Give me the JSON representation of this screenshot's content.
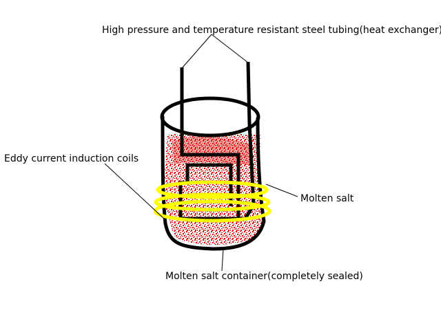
{
  "labels": {
    "tubing": "High pressure and temperature resistant steel tubing(heat exchanger)",
    "coils": "Eddy current induction coils",
    "salt": "Molten salt",
    "container": "Molten salt container(completely sealed)"
  },
  "colors": {
    "outline": "#000000",
    "coil": "#ffff00",
    "salt": "#e00000",
    "background": "#ffffff"
  }
}
